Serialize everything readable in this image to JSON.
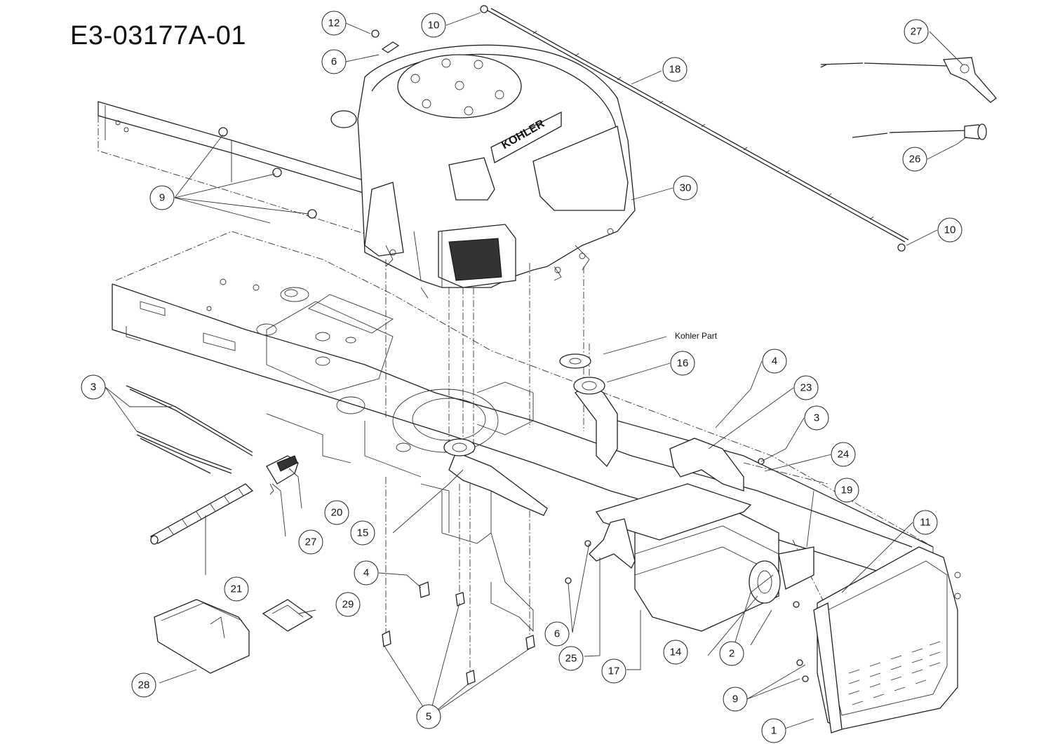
{
  "diagram": {
    "document_id": "E3-03177A-01",
    "note_label": "Kohler Part",
    "engine_brand": "KOHLER",
    "callouts": [
      {
        "id": "c12",
        "label": "12"
      },
      {
        "id": "c6a",
        "label": "6"
      },
      {
        "id": "c10a",
        "label": "10"
      },
      {
        "id": "c18",
        "label": "18"
      },
      {
        "id": "c27a",
        "label": "27"
      },
      {
        "id": "c26",
        "label": "26"
      },
      {
        "id": "c30",
        "label": "30"
      },
      {
        "id": "c9a",
        "label": "9"
      },
      {
        "id": "c10b",
        "label": "10"
      },
      {
        "id": "c16",
        "label": "16"
      },
      {
        "id": "c4a",
        "label": "4"
      },
      {
        "id": "c23",
        "label": "23"
      },
      {
        "id": "c3a",
        "label": "3"
      },
      {
        "id": "c3b",
        "label": "3"
      },
      {
        "id": "c24",
        "label": "24"
      },
      {
        "id": "c19",
        "label": "19"
      },
      {
        "id": "c11",
        "label": "11"
      },
      {
        "id": "c20",
        "label": "20"
      },
      {
        "id": "c15",
        "label": "15"
      },
      {
        "id": "c27b",
        "label": "27"
      },
      {
        "id": "c21",
        "label": "21"
      },
      {
        "id": "c4b",
        "label": "4"
      },
      {
        "id": "c29",
        "label": "29"
      },
      {
        "id": "c28",
        "label": "28"
      },
      {
        "id": "c6b",
        "label": "6"
      },
      {
        "id": "c25",
        "label": "25"
      },
      {
        "id": "c17",
        "label": "17"
      },
      {
        "id": "c14",
        "label": "14"
      },
      {
        "id": "c2",
        "label": "2"
      },
      {
        "id": "c9b",
        "label": "9"
      },
      {
        "id": "c1",
        "label": "1"
      },
      {
        "id": "c5",
        "label": "5"
      }
    ]
  }
}
